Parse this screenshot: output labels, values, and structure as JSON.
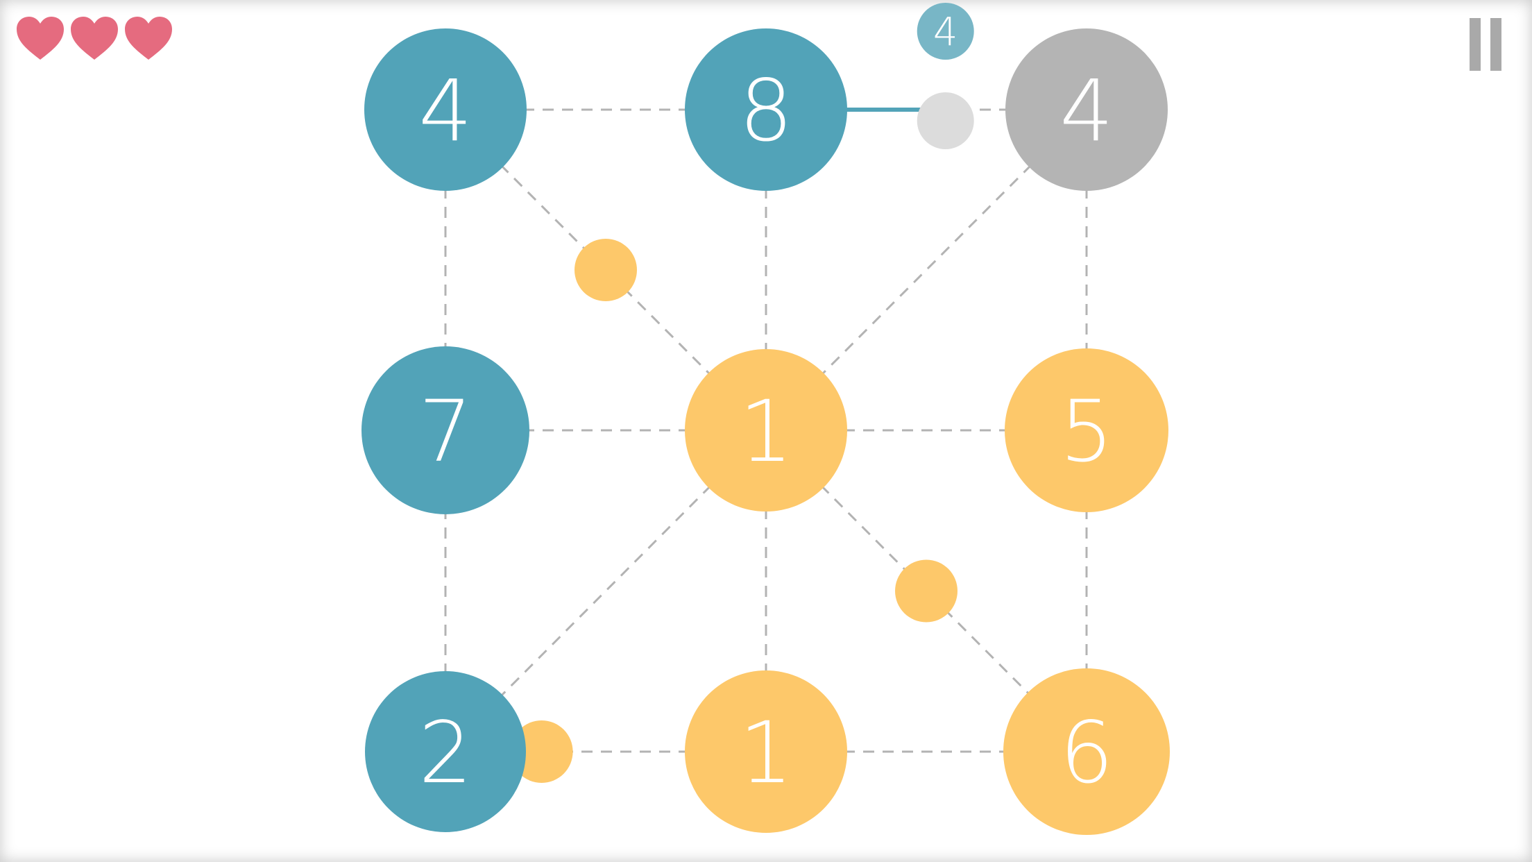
{
  "colors": {
    "blue": "#52a3b8",
    "yellow": "#fdc86a",
    "gray": "#b4b4b4",
    "light_gray": "#dcdcdc",
    "badge": "#78b6c6",
    "heart": "#e56b7f",
    "pause": "#a9a9a9",
    "edge": "#b3b3b3"
  },
  "hud": {
    "hearts": [
      "heart-icon",
      "heart-icon",
      "heart-icon"
    ],
    "pause_icon": "pause-icon"
  },
  "nodes": [
    {
      "id": "n00",
      "row": 0,
      "col": 0,
      "label": "4",
      "color": "blue"
    },
    {
      "id": "n01",
      "row": 0,
      "col": 1,
      "label": "8",
      "color": "blue"
    },
    {
      "id": "n02",
      "row": 0,
      "col": 2,
      "label": "4",
      "color": "gray"
    },
    {
      "id": "n10",
      "row": 1,
      "col": 0,
      "label": "7",
      "color": "blue"
    },
    {
      "id": "n11",
      "row": 1,
      "col": 1,
      "label": "1",
      "color": "yellow"
    },
    {
      "id": "n12",
      "row": 1,
      "col": 2,
      "label": "5",
      "color": "yellow"
    },
    {
      "id": "n20",
      "row": 2,
      "col": 0,
      "label": "2",
      "color": "blue"
    },
    {
      "id": "n21",
      "row": 2,
      "col": 1,
      "label": "1",
      "color": "yellow"
    },
    {
      "id": "n22",
      "row": 2,
      "col": 2,
      "label": "6",
      "color": "yellow"
    }
  ],
  "edges": [
    [
      "n00",
      "n01"
    ],
    [
      "n01",
      "n02"
    ],
    [
      "n10",
      "n11"
    ],
    [
      "n11",
      "n12"
    ],
    [
      "n20",
      "n21"
    ],
    [
      "n21",
      "n22"
    ],
    [
      "n00",
      "n10"
    ],
    [
      "n10",
      "n20"
    ],
    [
      "n01",
      "n11"
    ],
    [
      "n11",
      "n21"
    ],
    [
      "n02",
      "n12"
    ],
    [
      "n12",
      "n22"
    ],
    [
      "n00",
      "n11"
    ],
    [
      "n11",
      "n22"
    ],
    [
      "n02",
      "n11"
    ],
    [
      "n11",
      "n20"
    ]
  ],
  "active_edge": {
    "from": "n01",
    "to": "n02",
    "progress": 0.56
  },
  "moving_badge": {
    "label": "4",
    "color": "badge"
  },
  "pellets": [
    {
      "edge": [
        "n00",
        "n11"
      ],
      "t": 0.5,
      "color": "yellow"
    },
    {
      "edge": [
        "n11",
        "n22"
      ],
      "t": 0.5,
      "color": "yellow"
    },
    {
      "edge": [
        "n20",
        "n21"
      ],
      "t": 0.3,
      "color": "yellow"
    },
    {
      "edge": [
        "n01",
        "n02"
      ],
      "t": 0.56,
      "color": "light_gray"
    }
  ]
}
